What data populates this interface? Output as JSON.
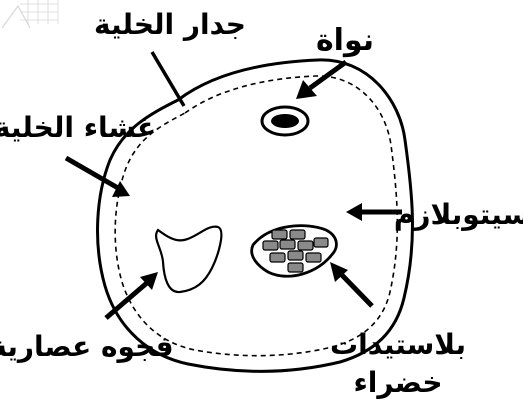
{
  "diagram": {
    "title": "",
    "labels": {
      "cell_wall": "جدار الخلية",
      "nucleus": "نواة",
      "cell_membrane": "غشاء الخلية",
      "cytoplasm": "سيتوبلازم",
      "vacuole": "فجوه عصارية",
      "chloroplasts_line1": "بلاستيدات",
      "chloroplasts_line2": "خضراء"
    },
    "colors": {
      "ink": "#000000",
      "paper": "#ffffff",
      "chloroplast_fill": "#8a8a8a",
      "corner_grid": "#d8d8d8"
    }
  }
}
